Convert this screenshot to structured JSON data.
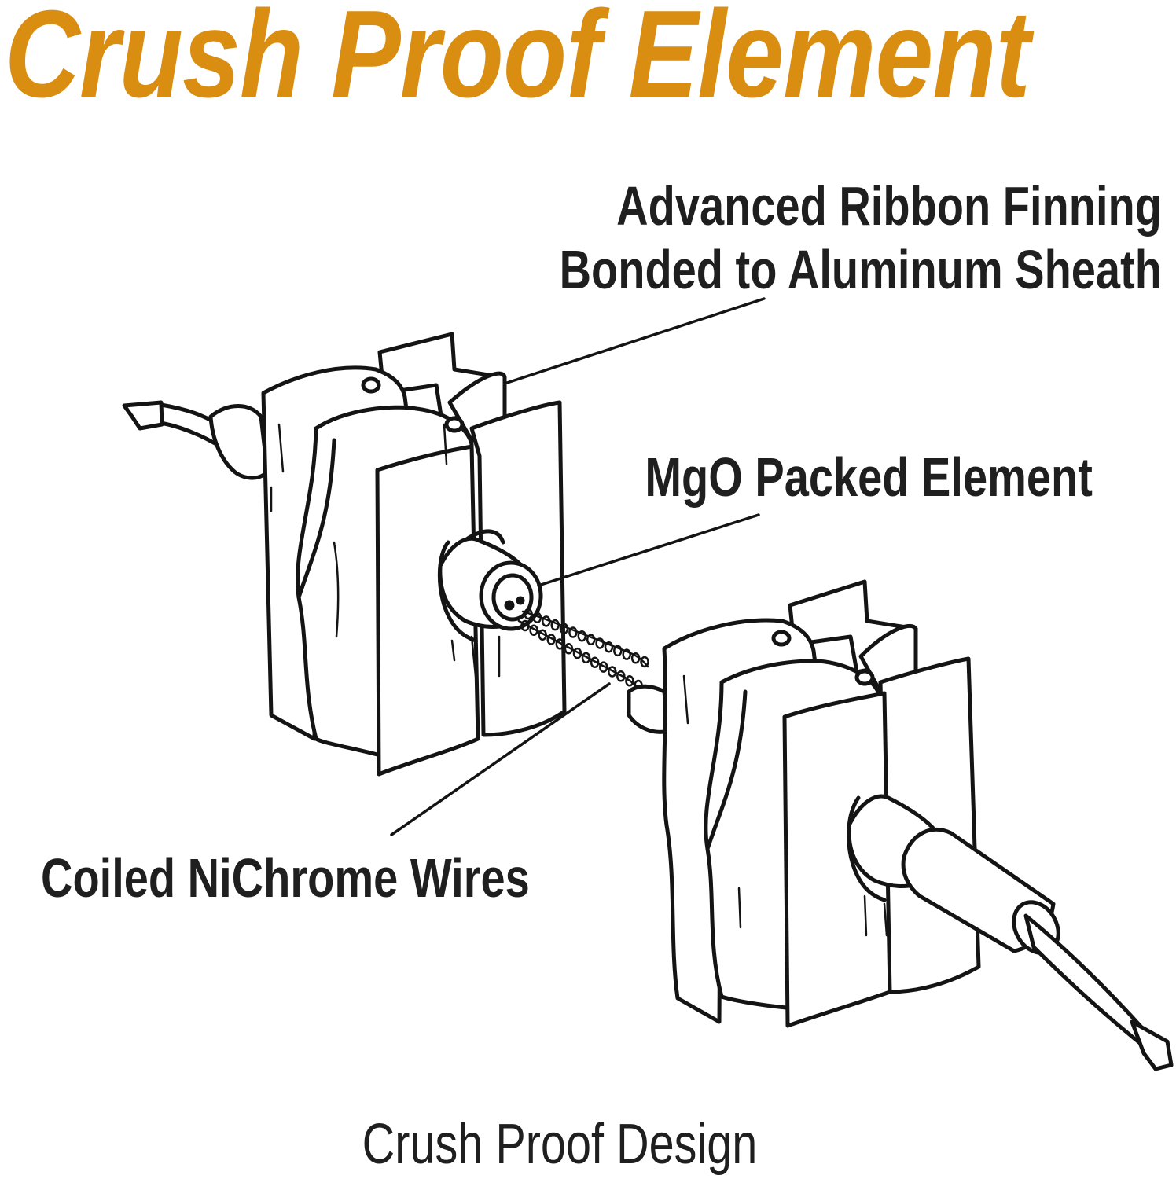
{
  "title": "Crush Proof Element",
  "labels": {
    "fin_line1": "Advanced Ribbon Finning",
    "fin_line2": "Bonded to Aluminum Sheath",
    "mgo": "MgO Packed Element",
    "coil": "Coiled NiChrome Wires"
  },
  "caption": "Crush Proof Design",
  "colors": {
    "title": "#d98e12",
    "text": "#1f1f1f",
    "line": "#141414"
  }
}
